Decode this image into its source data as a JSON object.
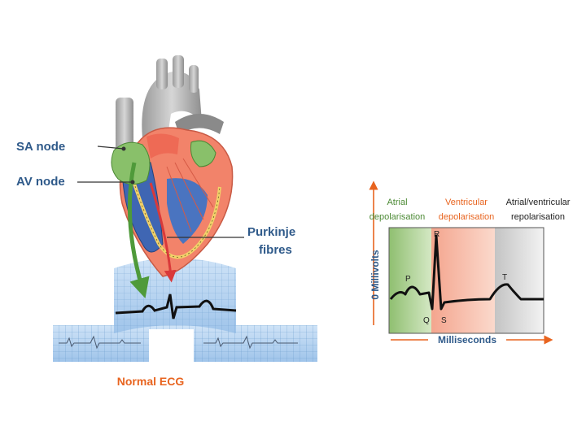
{
  "labels": {
    "sa_node": "SA node",
    "av_node": "AV node",
    "purkinje_line1": "Purkinje",
    "purkinje_line2": "fibres",
    "normal_ecg": "Normal ECG"
  },
  "phases": {
    "atrial_line1": "Atrial",
    "atrial_line2": "depolarisation",
    "ventricular_line1": "Ventricular",
    "ventricular_line2": "depolarisation",
    "repol_line1": "Atrial/ventricular",
    "repol_line2": "repolarisation"
  },
  "waves": {
    "P": "P",
    "Q": "Q",
    "R": "R",
    "S": "S",
    "T": "T"
  },
  "axes": {
    "y_label": "0 Millivolts",
    "x_label": "Milliseconds"
  },
  "colors": {
    "label_blue": "#2f5a8a",
    "ecg_orange": "#e8641f",
    "atrial_green": "#7fae5f",
    "ventricular_red": "#f07a5c",
    "repol_gray": "#b8b8b8",
    "axis_orange": "#e8641f"
  }
}
